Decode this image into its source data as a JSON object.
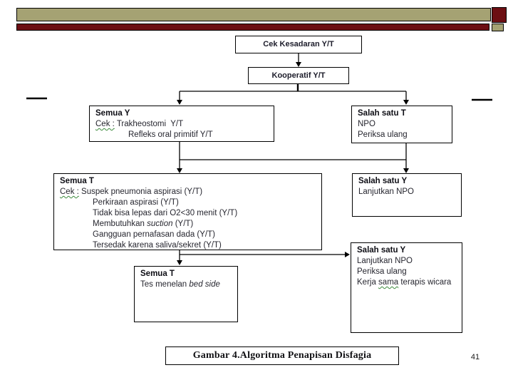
{
  "page": {
    "number": "41"
  },
  "caption": {
    "text": "Gambar 4.Algoritma Penapisan Disfagia"
  },
  "colors": {
    "olive": "#a5a273",
    "maroon": "#6c0f13",
    "box_border": "#000000",
    "text": "#26262f",
    "spellcheck_wavy": "#3c8a3c"
  },
  "flowchart": {
    "cek_kesadaran": {
      "text": "Cek Kesadaran Y/T"
    },
    "kooperatif": {
      "text": "Kooperatif Y/T"
    },
    "semua_y": {
      "title": "Semua Y",
      "cek_label": "Cek :",
      "cek_value": " Trakheostomi  Y/T",
      "line2": "Refleks oral primitif Y/T"
    },
    "salah_satu_t": {
      "title": "Salah satu T",
      "line1": "NPO",
      "line2": "Periksa ulang"
    },
    "semua_t_big": {
      "title": "Semua T",
      "cek_label": "Cek :",
      "cek_value": " Suspek pneumonia aspirasi (Y/T)",
      "item_perkiraan": "Perkiraan aspirasi (Y/T)",
      "item_tidak": "Tidak bisa lepas dari O2<30 menit (Y/T)",
      "item_membutuhkan_pre": "Membutuhkan ",
      "item_membutuhkan_italic": "suction",
      "item_membutuhkan_post": " (Y/T)",
      "item_gangguan": "Gangguan pernafasan dada (Y/T)",
      "item_tersedak": "Tersedak karena saliva/sekret (Y/T)"
    },
    "salah_satu_y_mid": {
      "title": "Salah satu Y",
      "line1": "Lanjutkan NPO"
    },
    "semua_t_bottom": {
      "title": "Semua T",
      "line1_pre": "Tes menelan ",
      "line1_italic": "bed side"
    },
    "salah_satu_y_bottom": {
      "title": "Salah satu Y",
      "line1": "Lanjutkan NPO",
      "line2": "Periksa ulang",
      "line3_pre": "Kerja ",
      "line3_wavy": "sama",
      "line3_post": " terapis wicara"
    }
  }
}
